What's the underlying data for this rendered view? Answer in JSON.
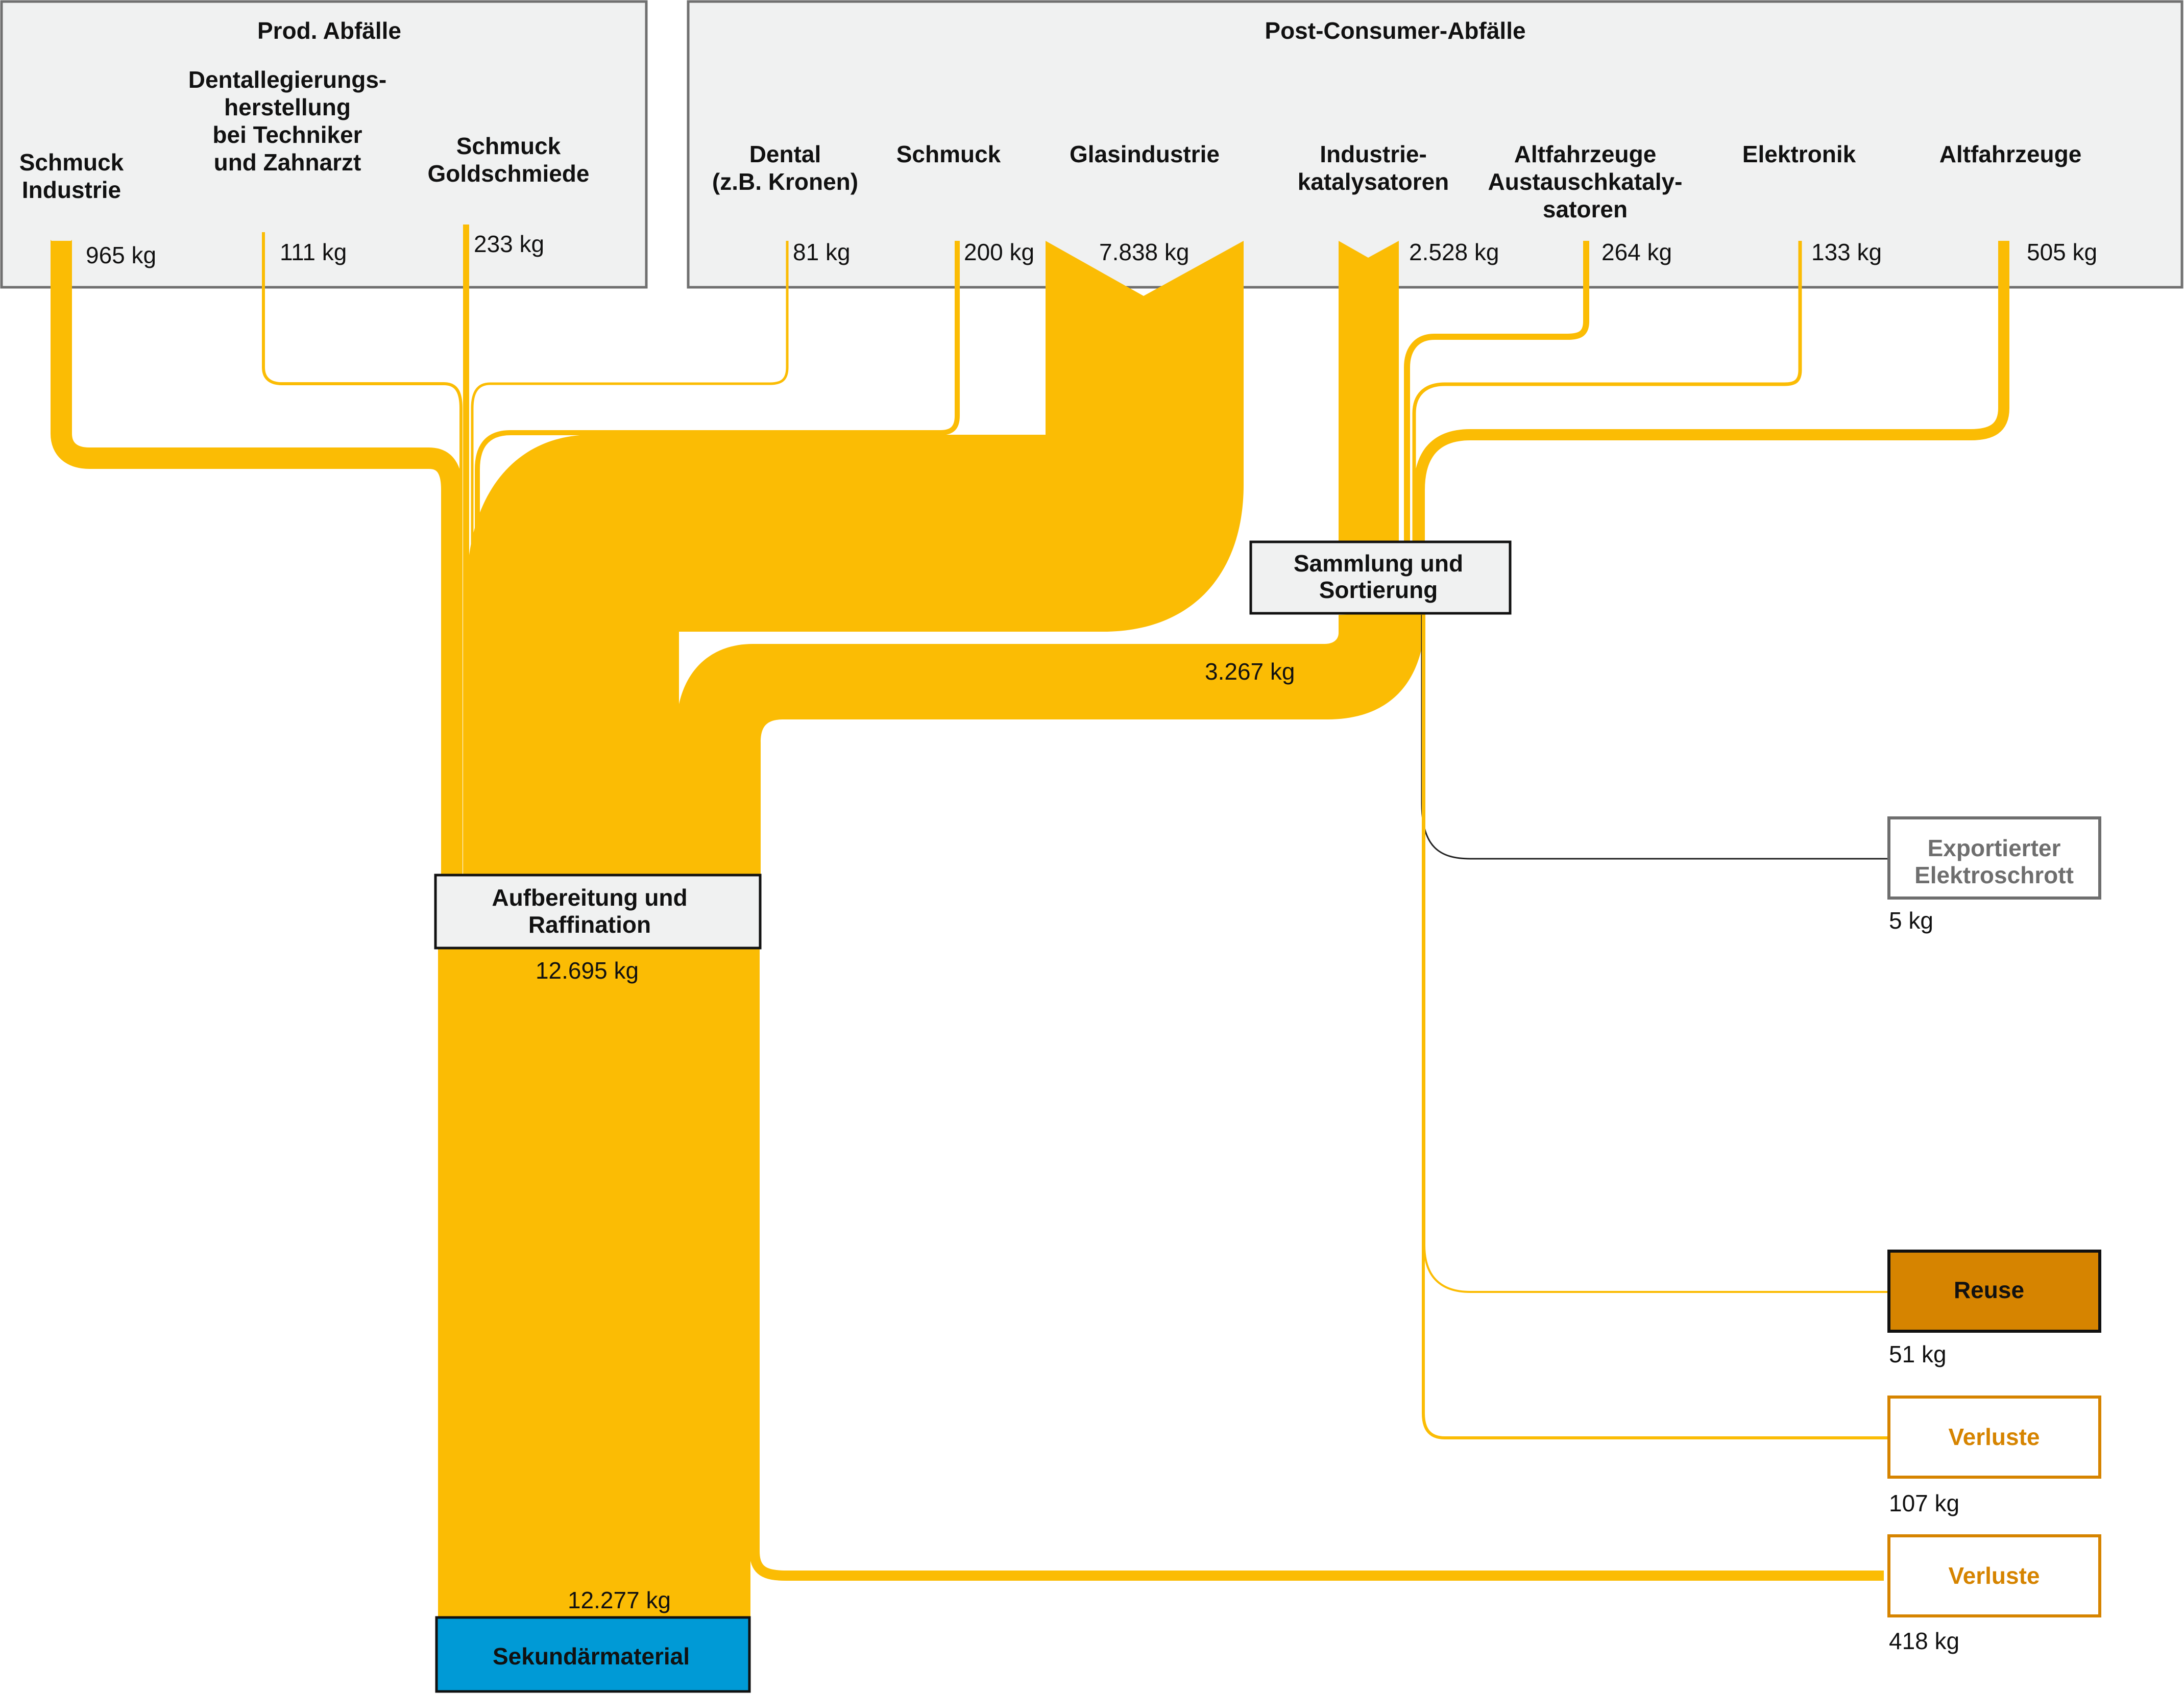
{
  "colors": {
    "flow": "#FBBC04",
    "panel": "#F0F1F1",
    "panel_border": "#707070",
    "node_border": "#111111",
    "reuse_fill": "#D68400",
    "loss_accent": "#D68400",
    "export_gray": "#6E6E6E",
    "secondary_fill": "#009AD6"
  },
  "groups": {
    "production": {
      "title": "Prod. Abfälle"
    },
    "post_consumer": {
      "title": "Post-Consumer-Abfälle"
    }
  },
  "sources": [
    {
      "id": "schmuck_industrie",
      "label": [
        "Schmuck",
        "Industrie"
      ],
      "value": "965 kg"
    },
    {
      "id": "dental_tech",
      "label": [
        "Dentallegierungs-",
        "herstellung",
        "bei Techniker",
        "und Zahnarzt"
      ],
      "value": "111 kg"
    },
    {
      "id": "schmuck_gold",
      "label": [
        "Schmuck",
        "Goldschmiede"
      ],
      "value": "233 kg"
    },
    {
      "id": "dental_pc",
      "label": [
        "Dental",
        "(z.B. Kronen)"
      ],
      "value": "81 kg"
    },
    {
      "id": "schmuck_pc",
      "label": [
        "Schmuck"
      ],
      "value": "200 kg"
    },
    {
      "id": "glas",
      "label": [
        "Glasindustrie"
      ],
      "value": "7.838 kg"
    },
    {
      "id": "ind_kat",
      "label": [
        "Industrie-",
        "katalysatoren"
      ],
      "value": "2.528 kg"
    },
    {
      "id": "aut_kat",
      "label": [
        "Altfahrzeuge",
        "Austauschkataly-",
        "satoren"
      ],
      "value": "264 kg"
    },
    {
      "id": "elektronik",
      "label": [
        "Elektronik"
      ],
      "value": "133 kg"
    },
    {
      "id": "altfahrzeuge",
      "label": [
        "Altfahrzeuge"
      ],
      "value": "505 kg"
    }
  ],
  "nodes": {
    "sammlung": {
      "label": [
        "Sammlung und",
        "Sortierung"
      ],
      "out_value": "3.267 kg"
    },
    "aufbereitung": {
      "label": [
        "Aufbereitung und",
        "Raffination"
      ],
      "out_value": "12.695 kg"
    },
    "sekundaer": {
      "label": "Sekundärmaterial",
      "in_value": "12.277 kg"
    },
    "export": {
      "label": [
        "Exportierter",
        "Elektroschrott"
      ],
      "value": "5 kg"
    },
    "reuse": {
      "label": "Reuse",
      "value": "51 kg"
    },
    "verluste1": {
      "label": "Verluste",
      "value": "107 kg"
    },
    "verluste2": {
      "label": "Verluste",
      "value": "418 kg"
    }
  },
  "chart_data": {
    "type": "sankey",
    "unit": "kg",
    "flows": [
      {
        "from": "Schmuck Industrie",
        "to": "Aufbereitung und Raffination",
        "value": 965
      },
      {
        "from": "Dentallegierungsherstellung bei Techniker und Zahnarzt",
        "to": "Aufbereitung und Raffination",
        "value": 111
      },
      {
        "from": "Schmuck Goldschmiede",
        "to": "Aufbereitung und Raffination",
        "value": 233
      },
      {
        "from": "Dental (z.B. Kronen)",
        "to": "Aufbereitung und Raffination",
        "value": 81
      },
      {
        "from": "Schmuck",
        "to": "Aufbereitung und Raffination",
        "value": 200
      },
      {
        "from": "Glasindustrie",
        "to": "Aufbereitung und Raffination",
        "value": 7838
      },
      {
        "from": "Industriekatalysatoren",
        "to": "Sammlung und Sortierung",
        "value": 2528
      },
      {
        "from": "Altfahrzeuge Austauschkatalysatoren",
        "to": "Sammlung und Sortierung",
        "value": 264
      },
      {
        "from": "Elektronik",
        "to": "Sammlung und Sortierung",
        "value": 133
      },
      {
        "from": "Altfahrzeuge",
        "to": "Sammlung und Sortierung",
        "value": 505
      },
      {
        "from": "Sammlung und Sortierung",
        "to": "Aufbereitung und Raffination",
        "value": 3267
      },
      {
        "from": "Sammlung und Sortierung",
        "to": "Exportierter Elektroschrott",
        "value": 5
      },
      {
        "from": "Sammlung und Sortierung",
        "to": "Reuse",
        "value": 51
      },
      {
        "from": "Sammlung und Sortierung",
        "to": "Verluste",
        "value": 107
      },
      {
        "from": "Aufbereitung und Raffination",
        "to": "Sekundärmaterial",
        "value": 12277
      },
      {
        "from": "Aufbereitung und Raffination",
        "to": "Verluste",
        "value": 418
      }
    ],
    "node_totals": {
      "Aufbereitung und Raffination": 12695
    }
  }
}
